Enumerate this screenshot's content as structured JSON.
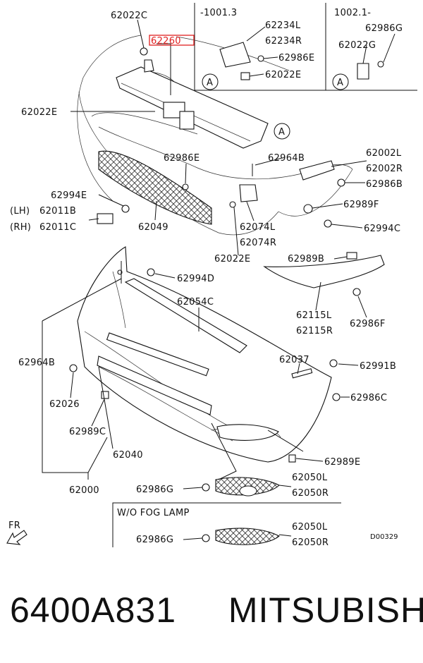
{
  "variants": {
    "early": "-1001.3",
    "late": "1002.1-",
    "no_fog": "W/O FOG LAMP"
  },
  "side_lh": "(LH)",
  "side_rh": "(RH)",
  "view_marker": "A",
  "direction": "FR",
  "diagram_code": "D00329",
  "highlight_color": "#e02020",
  "parts": {
    "p62022C": "62022C",
    "p62260": "62260",
    "p62234L": "62234L",
    "p62234R": "62234R",
    "p62986E": "62986E",
    "p62022E": "62022E",
    "p62986G": "62986G",
    "p62964B": "62964B",
    "p62002L": "62002L",
    "p62002R": "62002R",
    "p62986B": "62986B",
    "p62994E": "62994E",
    "p62011B": "62011B",
    "p62011C": "62011C",
    "p62049": "62049",
    "p62989F": "62989F",
    "p62994C": "62994C",
    "p62074L": "62074L",
    "p62074R": "62074R",
    "p62989B": "62989B",
    "p62994D": "62994D",
    "p62054C": "62054C",
    "p62115L": "62115L",
    "p62115R": "62115R",
    "p62986F": "62986F",
    "p62037": "62037",
    "p62991B": "62991B",
    "p62026": "62026",
    "p62986C": "62986C",
    "p62989C": "62989C",
    "p62040": "62040",
    "p62989E": "62989E",
    "p62050L": "62050L",
    "p62050R": "62050R",
    "p62000": "62000"
  },
  "caption": {
    "part_number": "6400A831",
    "brand": "MITSUBISHI"
  }
}
